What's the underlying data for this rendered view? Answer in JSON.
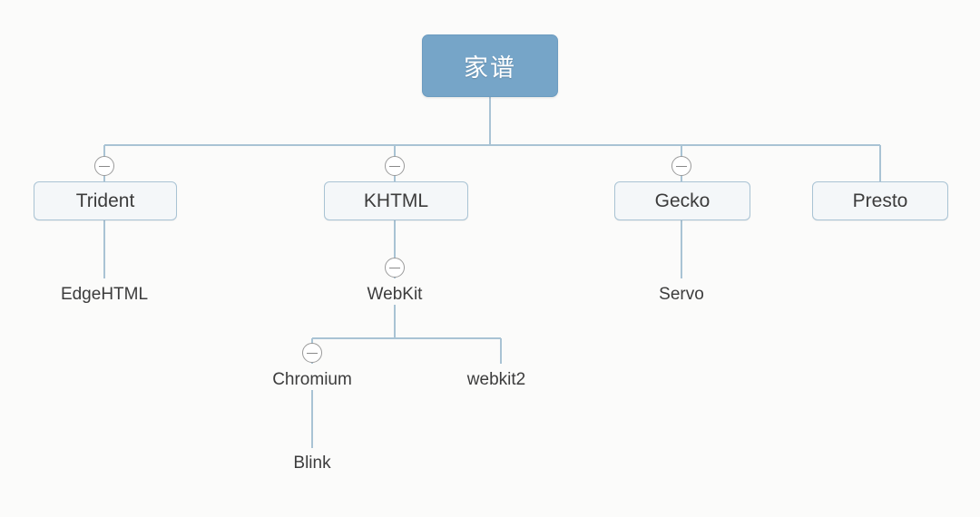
{
  "diagram": {
    "type": "tree",
    "title": "家谱",
    "background_color": "#fbfbfa",
    "root_fill_color": "#76a5c8",
    "root_text_color": "#ffffff",
    "node_fill_color": "#f4f7f9",
    "node_border_color": "#a9c3d4",
    "edge_color": "#a9c3d4",
    "toggle_icon": "minus-circle-icon"
  },
  "nodes": {
    "root": {
      "label": "家谱",
      "shape": "rounded-rect-filled",
      "collapsible": false
    },
    "trident": {
      "label": "Trident",
      "shape": "rounded-rect",
      "collapsible": true
    },
    "khtml": {
      "label": "KHTML",
      "shape": "rounded-rect",
      "collapsible": true
    },
    "gecko": {
      "label": "Gecko",
      "shape": "rounded-rect",
      "collapsible": true
    },
    "presto": {
      "label": "Presto",
      "shape": "rounded-rect",
      "collapsible": false
    },
    "edgehtml": {
      "label": "EdgeHTML",
      "shape": "text",
      "collapsible": false
    },
    "webkit": {
      "label": "WebKit",
      "shape": "text",
      "collapsible": true
    },
    "servo": {
      "label": "Servo",
      "shape": "text",
      "collapsible": false
    },
    "chromium": {
      "label": "Chromium",
      "shape": "text",
      "collapsible": true
    },
    "webkit2": {
      "label": "webkit2",
      "shape": "text",
      "collapsible": false
    },
    "blink": {
      "label": "Blink",
      "shape": "text",
      "collapsible": false
    }
  },
  "hierarchy": [
    {
      "parent": "root",
      "children": [
        "trident",
        "khtml",
        "gecko",
        "presto"
      ]
    },
    {
      "parent": "trident",
      "children": [
        "edgehtml"
      ]
    },
    {
      "parent": "khtml",
      "children": [
        "webkit"
      ]
    },
    {
      "parent": "gecko",
      "children": [
        "servo"
      ]
    },
    {
      "parent": "webkit",
      "children": [
        "chromium",
        "webkit2"
      ]
    },
    {
      "parent": "chromium",
      "children": [
        "blink"
      ]
    }
  ]
}
